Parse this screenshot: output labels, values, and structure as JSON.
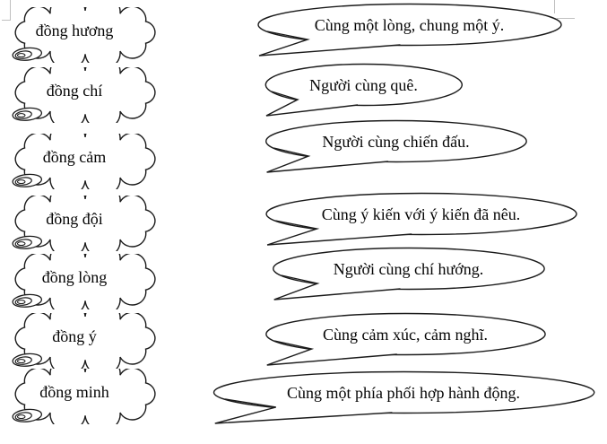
{
  "page": {
    "background_color": "#ffffff",
    "outline_color": "#1b1b1b",
    "artifact_color": "#c0c0c0"
  },
  "icons": {
    "term_shape": "thought-cloud",
    "definition_shape": "speech-bubble"
  },
  "exercise": {
    "terms": [
      "đồng hương",
      "đồng chí",
      "đồng cảm",
      "đồng đội",
      "đồng lòng",
      "đồng ý",
      "đồng minh"
    ],
    "definitions": [
      "Cùng một lòng, chung một ý.",
      "Người cùng quê.",
      "Người cùng chiến đấu.",
      "Cùng ý kiến với ý kiến đã nêu.",
      "Người cùng chí hướng.",
      "Cùng cảm xúc, cảm nghĩ.",
      "Cùng một phía phối hợp hành động."
    ]
  }
}
